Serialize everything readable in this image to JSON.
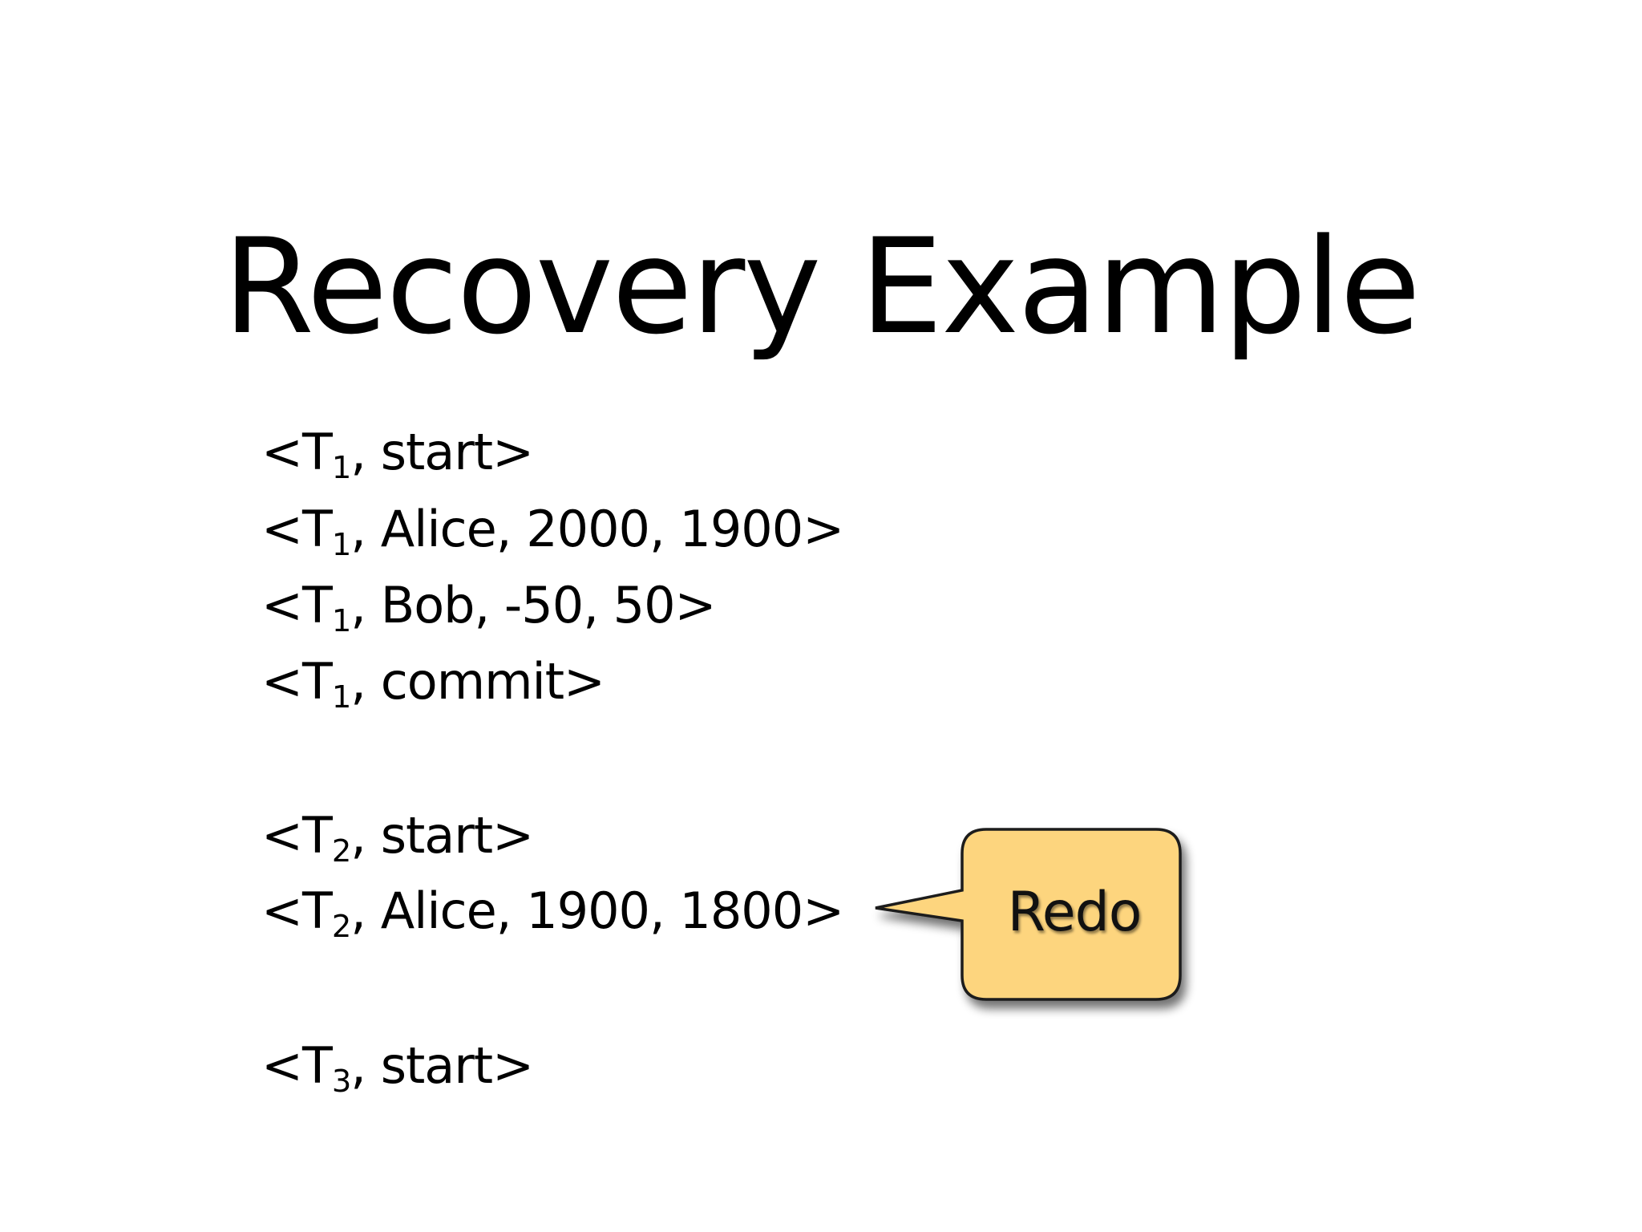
{
  "slide": {
    "title": "Recovery Example",
    "log": [
      {
        "prefix": "<T",
        "sub": "1",
        "rest": ", start>"
      },
      {
        "prefix": "<T",
        "sub": "1",
        "rest": ", Alice, 2000, 1900>"
      },
      {
        "prefix": "<T",
        "sub": "1",
        "rest": ", Bob, -50, 50>"
      },
      {
        "prefix": "<T",
        "sub": "1",
        "rest": ", commit>"
      },
      {
        "prefix": "<T",
        "sub": "2",
        "rest": ", start>"
      },
      {
        "prefix": "<T",
        "sub": "2",
        "rest": ", Alice, 1900, 1800>"
      },
      {
        "prefix": "<T",
        "sub": "3",
        "rest": ", start>"
      }
    ],
    "callout": {
      "label": "Redo",
      "fill": "#FDD57E",
      "stroke": "#1a1a1a"
    }
  }
}
